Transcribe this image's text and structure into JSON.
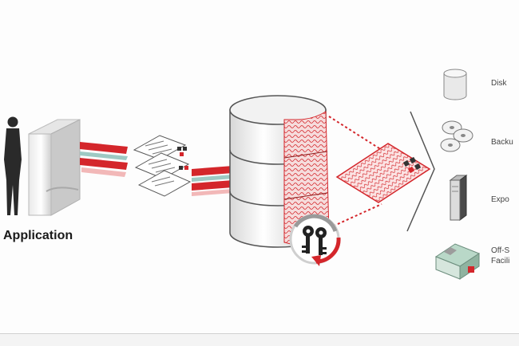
{
  "application_label": "Application",
  "targets": [
    {
      "label": "Disk",
      "icon": "disk-icon"
    },
    {
      "label": "Backu",
      "icon": "backup-discs-icon"
    },
    {
      "label": "Expo",
      "icon": "export-tower-icon"
    },
    {
      "label": "Off-S",
      "label2": "Facili",
      "icon": "offsite-facility-icon"
    }
  ],
  "colors": {
    "accent_red": "#d4262b",
    "pale_red": "#f4c7c7",
    "teal_stripe": "#9ec9c3",
    "grey": "#8c8c8c"
  }
}
